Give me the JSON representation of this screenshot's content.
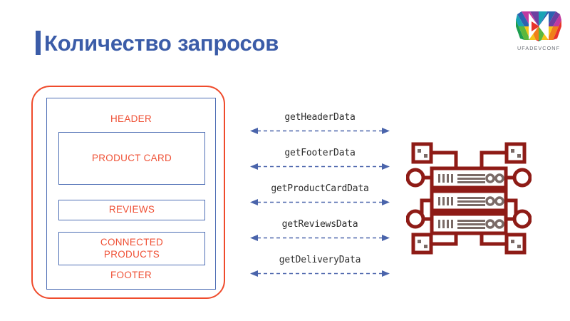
{
  "slide": {
    "title": "Количество запросов",
    "accent_color": "#3b5ca8",
    "background_color": "#ffffff"
  },
  "logo": {
    "name": "ufadevconf-logo",
    "wordmark": "UFADEVCONF",
    "colors": [
      "#e8332a",
      "#f07f1a",
      "#f5c518",
      "#5cb83c",
      "#1c9e4f",
      "#18a3b5",
      "#2b63b0",
      "#6c3fa0",
      "#c0399f"
    ]
  },
  "page_mock": {
    "name": "product-page-wireframe",
    "outer_border_color": "#ef4b2c",
    "inner_border_color": "#4f6fb5",
    "label_color": "#ef5136",
    "header_label": "HEADER",
    "footer_label": "FOOTER",
    "blocks": [
      {
        "id": "product-card",
        "label": "PRODUCT CARD"
      },
      {
        "id": "reviews",
        "label": "REVIEWS"
      },
      {
        "id": "connected-products",
        "label": "CONNECTED\nPRODUCTS"
      }
    ]
  },
  "api_calls": {
    "name": "api-request-list",
    "arrow_color": "#4a64ab",
    "text_color": "#2f2f2f",
    "items": [
      {
        "label": "getHeaderData"
      },
      {
        "label": "getFooterData"
      },
      {
        "label": "getProductCardData"
      },
      {
        "label": "getReviewsData"
      },
      {
        "label": "getDeliveryData"
      }
    ]
  },
  "server": {
    "name": "server-rack-icon",
    "stroke_color": "#8e1b16",
    "detail_color": "#7a6a66",
    "units": 3,
    "corner_nodes": 4,
    "side_nodes": 4
  }
}
